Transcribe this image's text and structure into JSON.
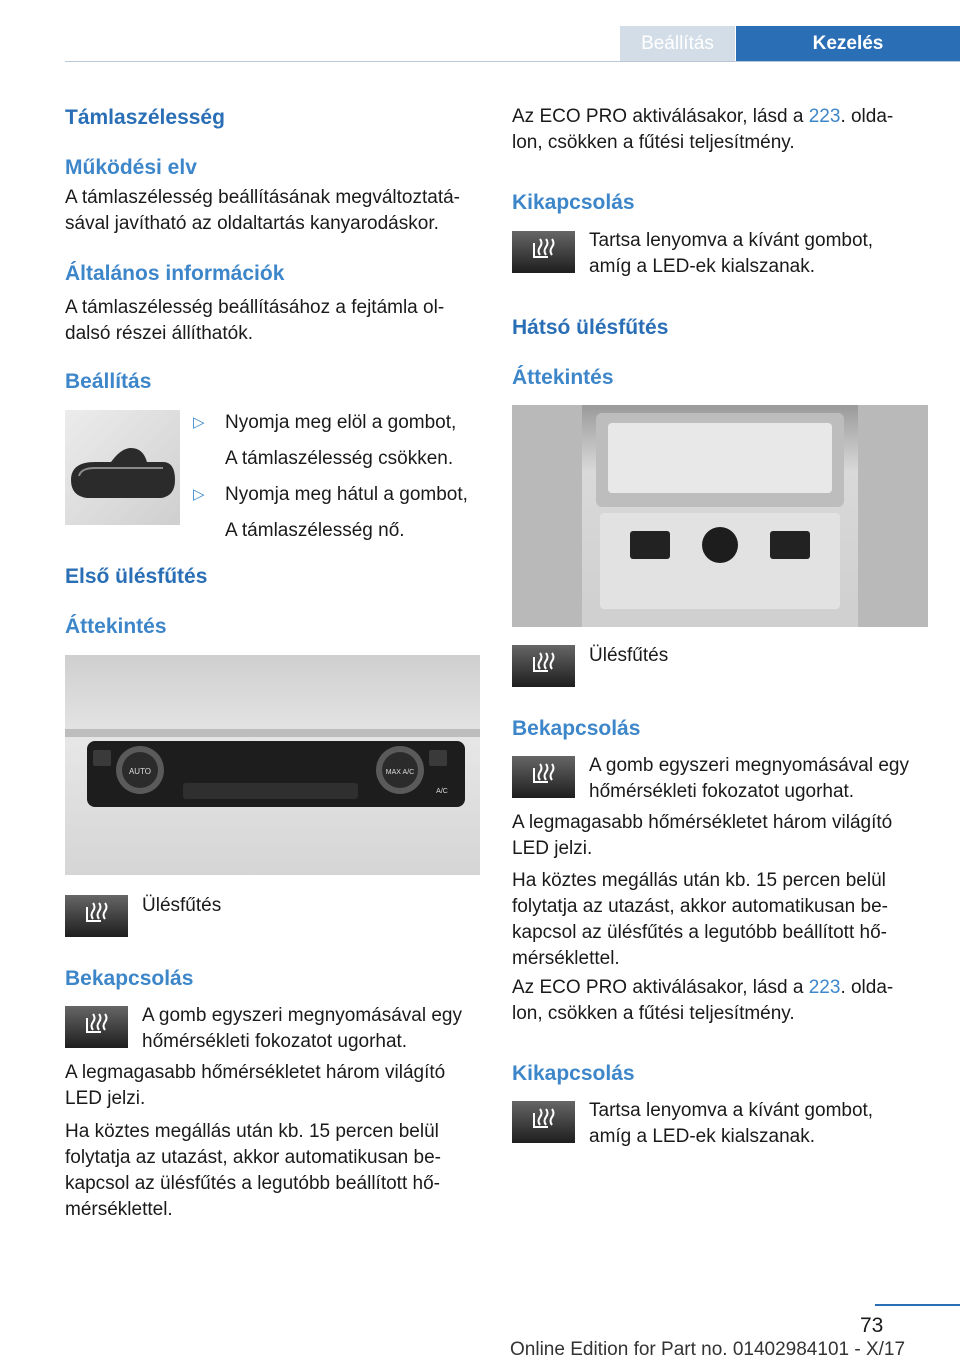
{
  "header": {
    "tab_section": "Beállítás",
    "tab_chapter": "Kezelés"
  },
  "left": {
    "title_backrest": "Támlaszélesség",
    "h_principle": "Működési elv",
    "p_principle": [
      "A támlaszélesség beállításának megváltoztatá-",
      "sával javítható az oldaltartás kanyarodáskor."
    ],
    "h_general": "Általános információk",
    "p_general": [
      "A támlaszélesség beállításához a fejtámla ol-",
      "dalsó részei állíthatók."
    ],
    "h_setting": "Beállítás",
    "steps": [
      {
        "action": "Nyomja meg elöl a gombot,",
        "result": "A támlaszélesség csökken."
      },
      {
        "action": "Nyomja meg hátul a gombot,",
        "result": "A támlaszélesség nő."
      }
    ],
    "title_front_heat": "Első ülésfűtés",
    "h_overview": "Áttekintés",
    "panel_labels": {
      "auto": "AUTO",
      "max_ac": "MAX A/C",
      "ac": "A/C"
    },
    "icon_caption": "Ülésfűtés",
    "h_on": "Bekapcsolás",
    "p_on": [
      "A gomb egyszeri megnyomásával egy",
      "hőmérsékleti fokozatot ugorhat."
    ],
    "p_max": [
      "A legmagasabb hőmérsékletet három világító",
      "LED jelzi."
    ],
    "p_resume": [
      "Ha köztes megállás után kb. 15 percen belül",
      "folytatja az utazást, akkor automatikusan be-",
      "kapcsol az ülésfűtés a legutóbb beállított hő-",
      "mérséklettel."
    ]
  },
  "right": {
    "p_eco_before": "Az ECO PRO aktiválásakor, lásd a ",
    "p_eco_link": "223",
    "p_eco_after": ". olda-",
    "p_eco_line2": "lon, csökken a fűtési teljesítmény.",
    "h_off": "Kikapcsolás",
    "p_off": [
      "Tartsa lenyomva a kívánt gombot,",
      "amíg a LED-ek kialszanak."
    ],
    "title_rear_heat": "Hátsó ülésfűtés",
    "h_overview": "Áttekintés",
    "icon_caption": "Ülésfűtés",
    "h_on": "Bekapcsolás",
    "p_on": [
      "A gomb egyszeri megnyomásával egy",
      "hőmérsékleti fokozatot ugorhat."
    ],
    "p_max": [
      "A legmagasabb hőmérsékletet három világító",
      "LED jelzi."
    ],
    "p_resume": [
      "Ha köztes megállás után kb. 15 percen belül",
      "folytatja az utazást, akkor automatikusan be-",
      "kapcsol az ülésfűtés a legutóbb beállított hő-",
      "mérséklettel."
    ],
    "h_off2": "Kikapcsolás",
    "p_off2": [
      "Tartsa lenyomva a kívánt gombot,",
      "amíg a LED-ek kialszanak."
    ]
  },
  "footer": {
    "page_number": "73",
    "edition": "Online Edition for Part no. 01402984101 - X/17"
  },
  "icons": [
    "seat-heating-icon",
    "backrest-button-icon",
    "triangle-bullet-icon"
  ],
  "colors": {
    "accent": "#2a6fb6",
    "heading_light": "#3d86c9",
    "tab_inactive": "#d3dde7"
  }
}
